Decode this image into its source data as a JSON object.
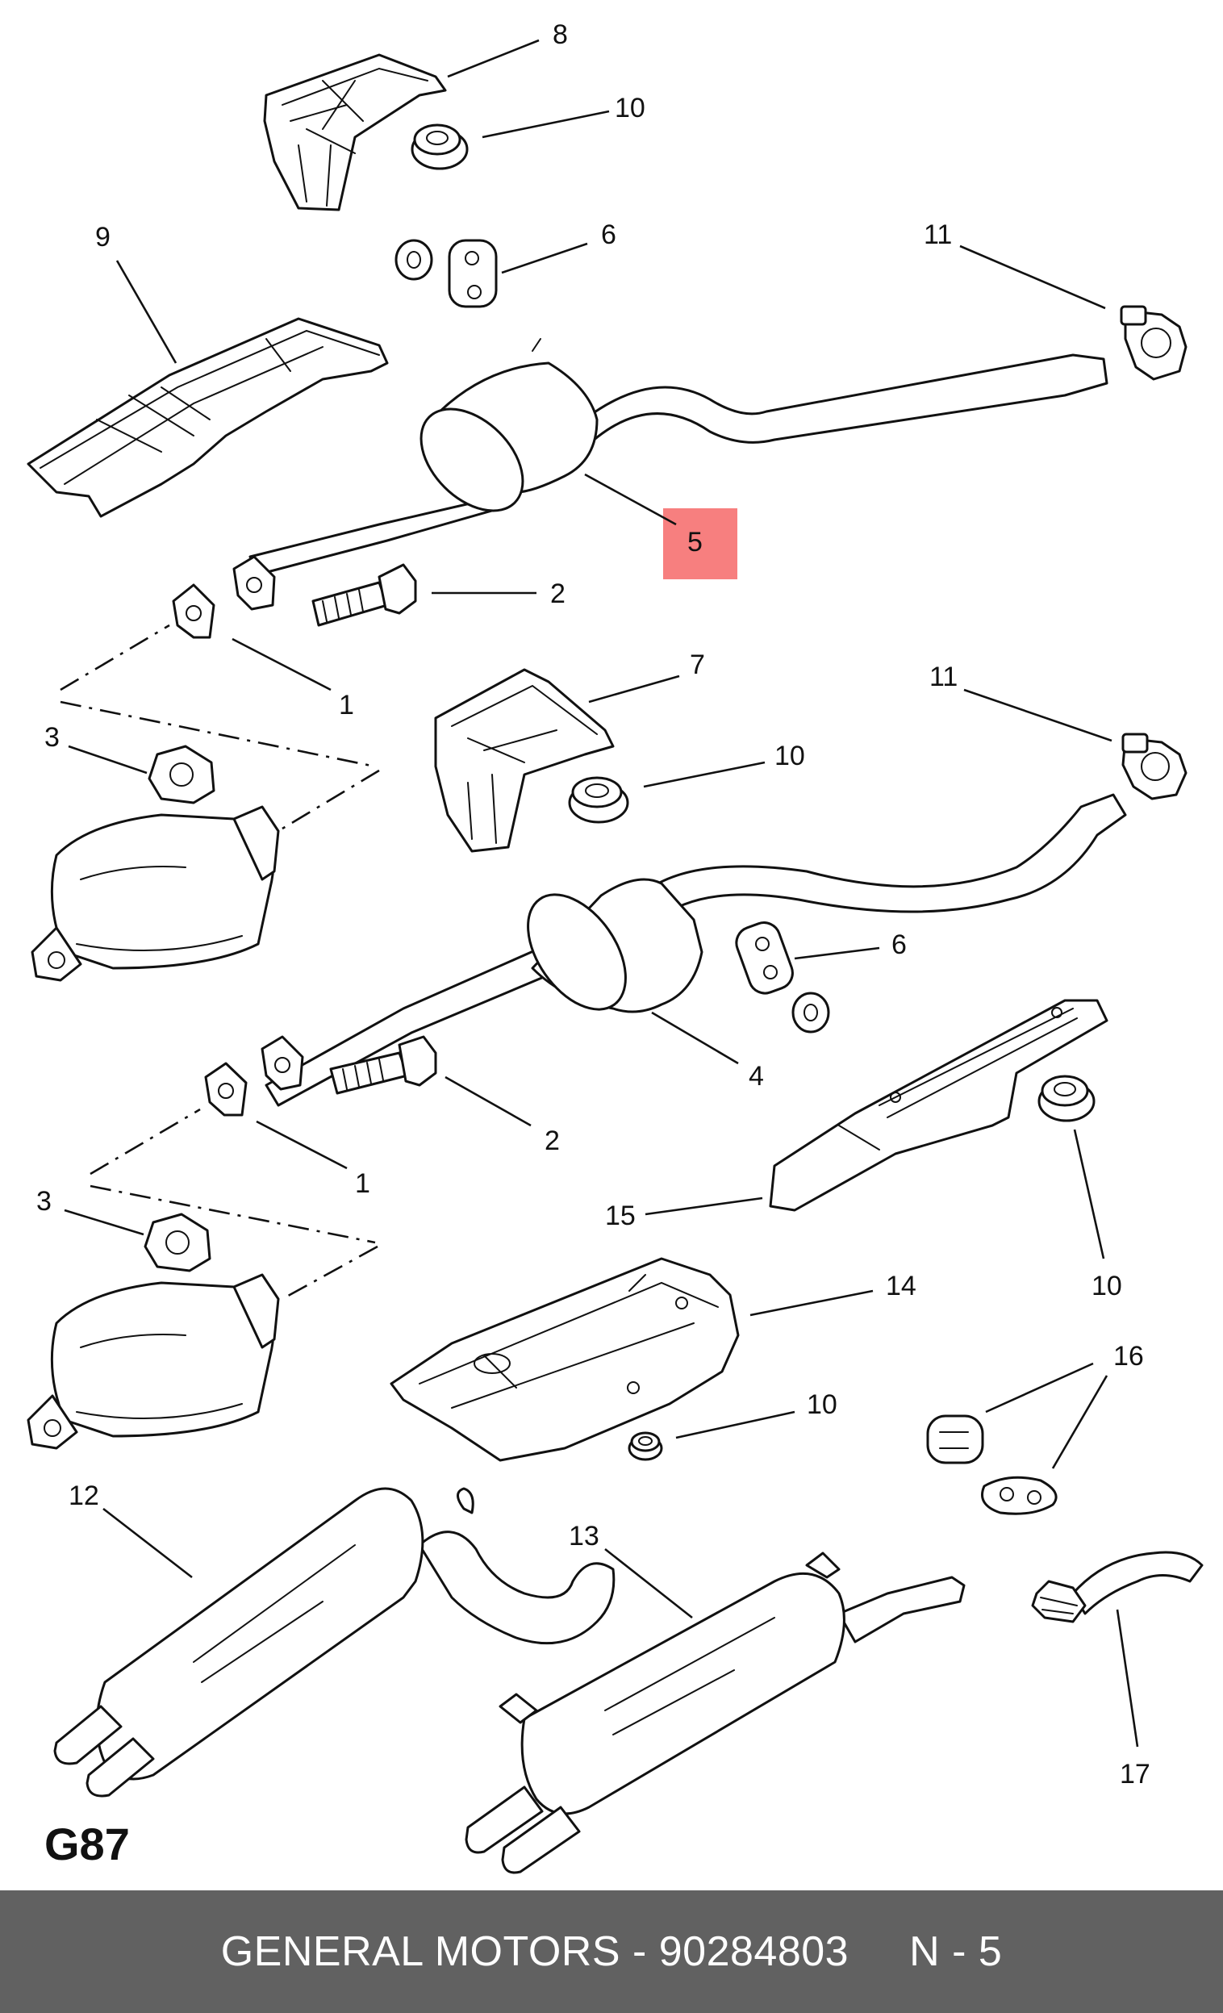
{
  "sheet_code": "G87",
  "highlight_color": "#f77f7f",
  "footer": {
    "brand": "GENERAL MOTORS",
    "separator": " - ",
    "part_number": "90284803",
    "reference": "N - 5",
    "background": "#616161"
  },
  "callouts": {
    "upper": {
      "bracket_8": "8",
      "nut_10": "10",
      "heat_shield_9": "9",
      "hanger_6": "6",
      "clamp_11": "11",
      "silencer_5": "5",
      "bolt_2": "2",
      "gasket_1": "1",
      "nut_3": "3"
    },
    "lower": {
      "bracket_7": "7",
      "nut_10": "10",
      "clamp_11": "11",
      "hanger_6": "6",
      "silencer_4": "4",
      "bolt_2": "2",
      "gasket_1": "1",
      "nut_3": "3",
      "shield_15": "15",
      "nut_10_right": "10",
      "shield_14": "14",
      "nut_10_bottom": "10",
      "rubber_16": "16",
      "muffler_12": "12",
      "muffler_13": "13",
      "tailpipe_17": "17"
    }
  }
}
